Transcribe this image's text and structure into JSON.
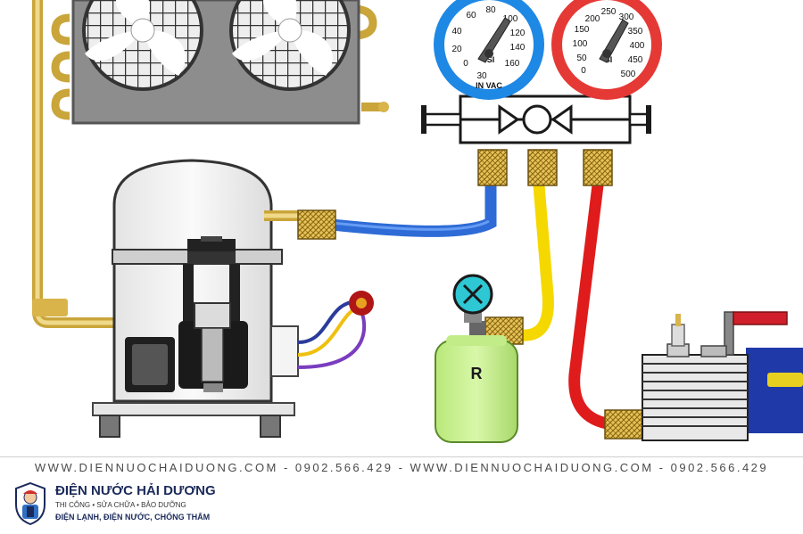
{
  "diagram": {
    "gauge_low": {
      "scale_labels": [
        "20",
        "40",
        "60",
        "80",
        "100",
        "120",
        "140",
        "160"
      ],
      "unit_top": "SI",
      "unit_bottom": "IN VAC",
      "vacuum_label": "30",
      "zero_label": "0",
      "ring_color": "#1e88e5"
    },
    "gauge_high": {
      "scale_labels": [
        "0",
        "50",
        "100",
        "150",
        "200",
        "250",
        "300",
        "350",
        "400",
        "450",
        "500"
      ],
      "unit": "SI",
      "ring_color": "#e53935"
    },
    "refrigerant_tank_label": "R",
    "hose_colors": {
      "low": "#2e6bd6",
      "charge": "#f5d800",
      "high": "#e01b1b"
    }
  },
  "footer": {
    "banner_text": "WWW.DIENNUOCHAIDUONG.COM - 0902.566.429 - WWW.DIENNUOCHAIDUONG.COM - 0902.566.429",
    "brand_name": "ĐIỆN NƯỚC HẢI DƯƠNG",
    "services": "THI CÔNG • SỬA CHỮA • BẢO DƯỠNG",
    "fields": "ĐIỆN LẠNH, ĐIỆN NƯỚC, CHỐNG THẤM"
  }
}
